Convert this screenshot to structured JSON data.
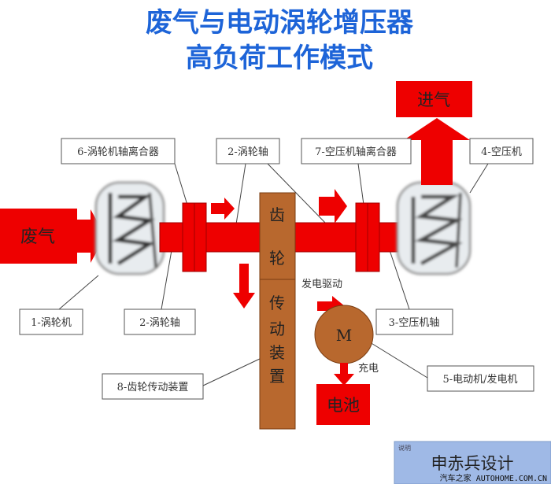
{
  "title": {
    "line1": "废气与电动涡轮增压器",
    "line2": "高负荷工作模式"
  },
  "blocks": {
    "exhaust": "废气",
    "intake": "进气",
    "gear_top": [
      "齿",
      "轮"
    ],
    "gear_bottom": [
      "传",
      "动",
      "装",
      "置"
    ],
    "motor": "M",
    "battery": "电池",
    "drive_note": "发电驱动",
    "charge_note": "充电"
  },
  "labels": {
    "turbine_clutch": "6-涡轮机轴离合器",
    "turbine_shaft_top": "2-涡轮轴",
    "compressor_clutch": "7-空压机轴离合器",
    "compressor": "4-空压机",
    "turbine": "1-涡轮机",
    "turbine_shaft_bottom": "2-涡轮轴",
    "compressor_shaft": "3-空压机轴",
    "gear_drive": "8-齿轮传动装置",
    "motor_generator": "5-电动机/发电机"
  },
  "watermark": {
    "header": "说明",
    "designer": "申赤兵设计",
    "site": "汽车之家 AUTOHOME.COM.CN"
  },
  "colors": {
    "red": "#ee0000",
    "brown": "#b8682e",
    "title": "#1d64d8",
    "watermark_bg": "#9fb9e6"
  }
}
